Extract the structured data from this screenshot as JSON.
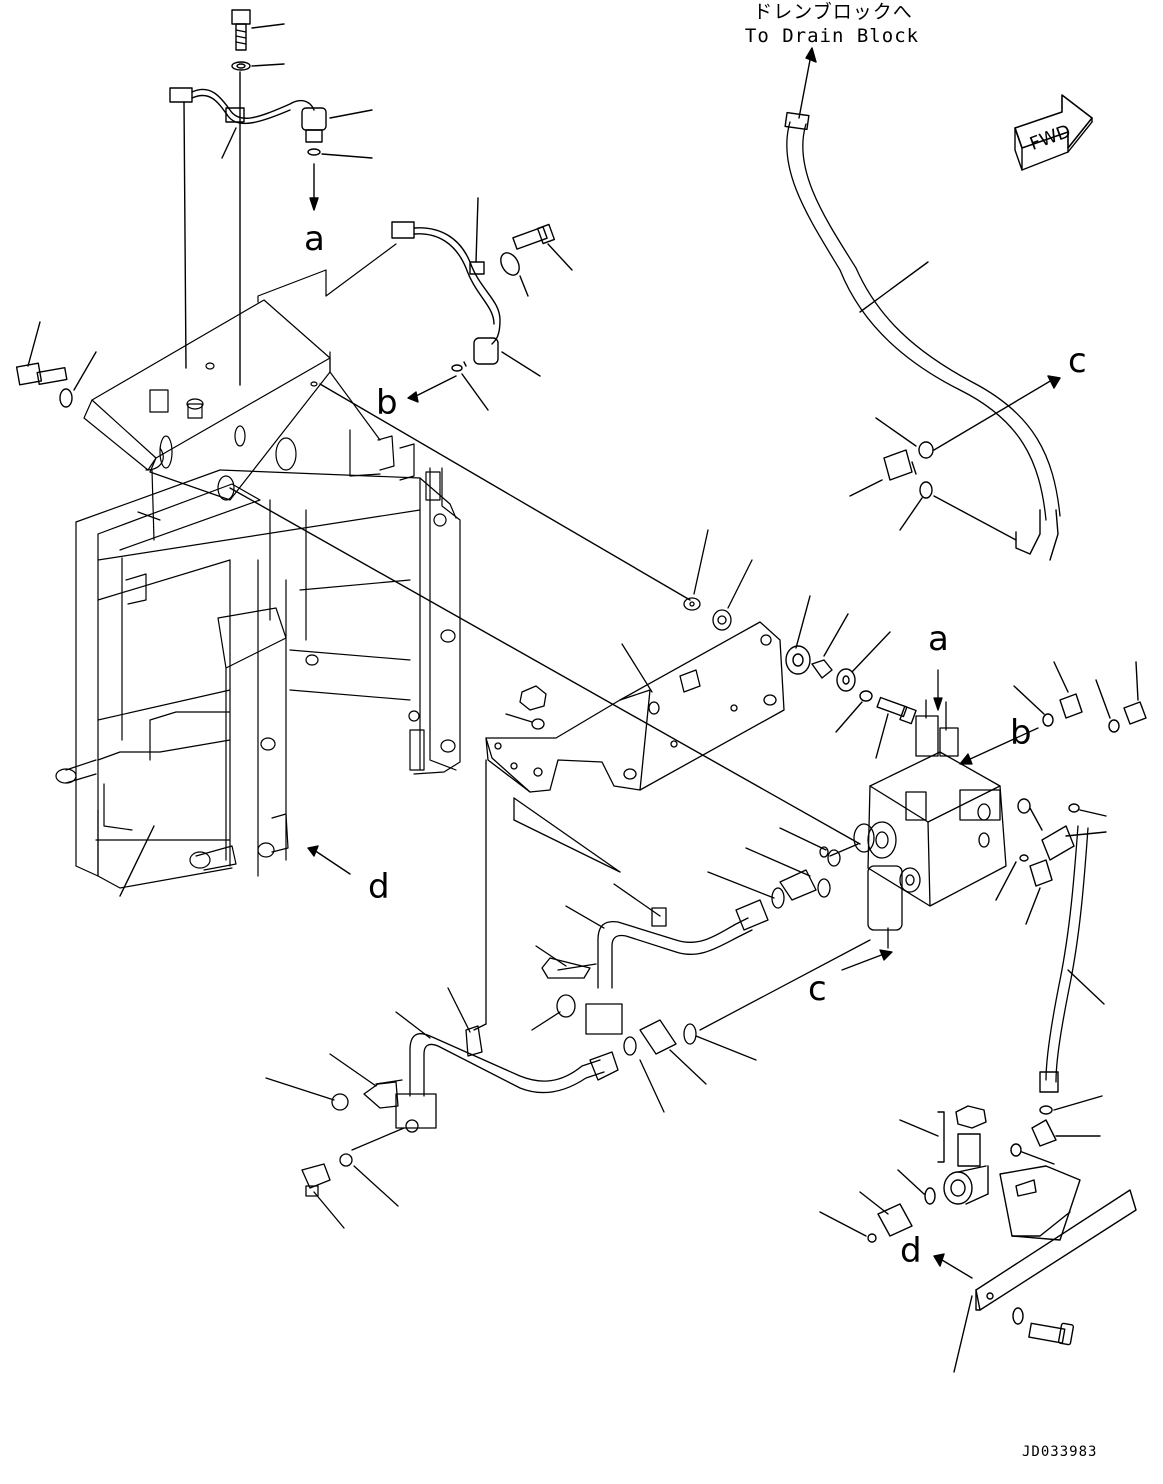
{
  "header": {
    "drain_jp": "ドレンブロックへ",
    "drain_en": "To Drain Block"
  },
  "direction": {
    "fwd": "FWD"
  },
  "callouts": {
    "a_upper": "a",
    "a_valve": "a",
    "b_left": "b",
    "b_valve": "b",
    "c_hose": "c",
    "c_valve": "c",
    "d_frame": "d",
    "d_bracket": "d"
  },
  "drawing_code": "JD033983"
}
